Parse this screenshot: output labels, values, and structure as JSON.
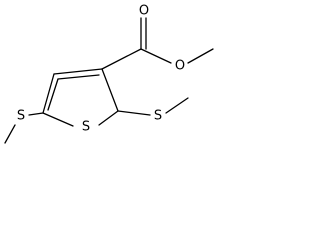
{
  "molecule": {
    "atoms": {
      "carbonyl_oxygen": "O",
      "ester_oxygen": "O",
      "ring_sulfur": "S",
      "thioether_sulfur_left": "S",
      "thioether_sulfur_right": "S"
    }
  }
}
